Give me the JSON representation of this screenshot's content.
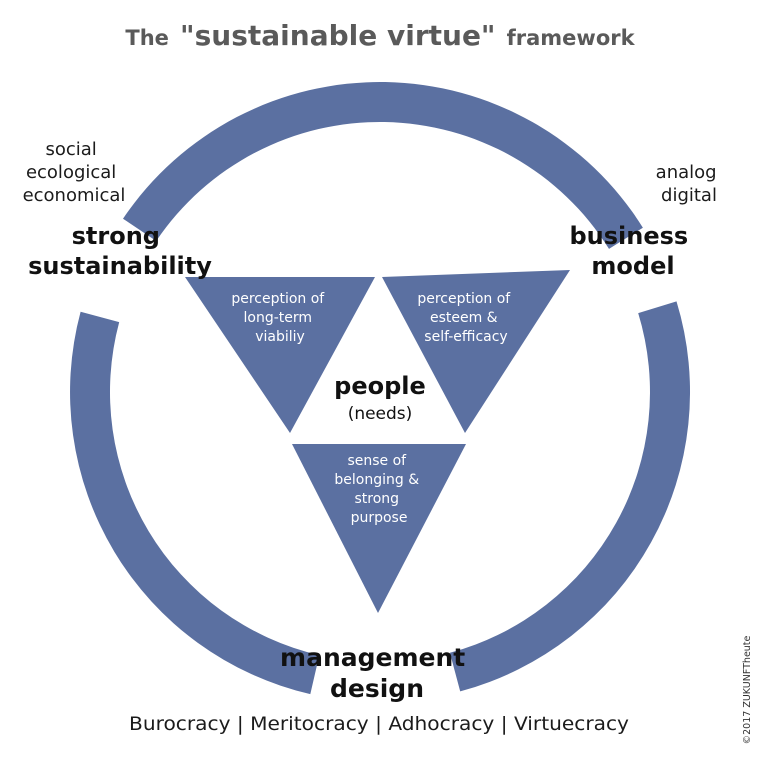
{
  "title": {
    "prefix": "The",
    "emphasis": "\"sustainable virtue\"",
    "suffix": "framework"
  },
  "pillars": {
    "strong_sustainability": {
      "label_lines": [
        "strong",
        "sustainability"
      ],
      "aspects": [
        "social",
        "ecological",
        "economical"
      ]
    },
    "business_model": {
      "label_lines": [
        "business",
        "model"
      ],
      "aspects": [
        "analog",
        "digital"
      ]
    },
    "management_design": {
      "label_lines": [
        "management",
        "design"
      ],
      "aspects": "Burocracy | Meritocracy | Adhocracy | Virtuecracy"
    }
  },
  "center": {
    "title": "people",
    "subtitle": "(needs)"
  },
  "needs": {
    "left": [
      "perception of",
      "long-term",
      "viabiliy"
    ],
    "right": [
      "perception of",
      "esteem &",
      "self-efficacy"
    ],
    "bottom": [
      "sense of",
      "belonging &",
      "strong",
      "purpose"
    ]
  },
  "copyright": "©2017 ZUKUNFTheute",
  "colors": {
    "ring": "#5b70a1",
    "triangle": "#5b70a1",
    "title": "#5a5a5a",
    "text": "#111111"
  }
}
